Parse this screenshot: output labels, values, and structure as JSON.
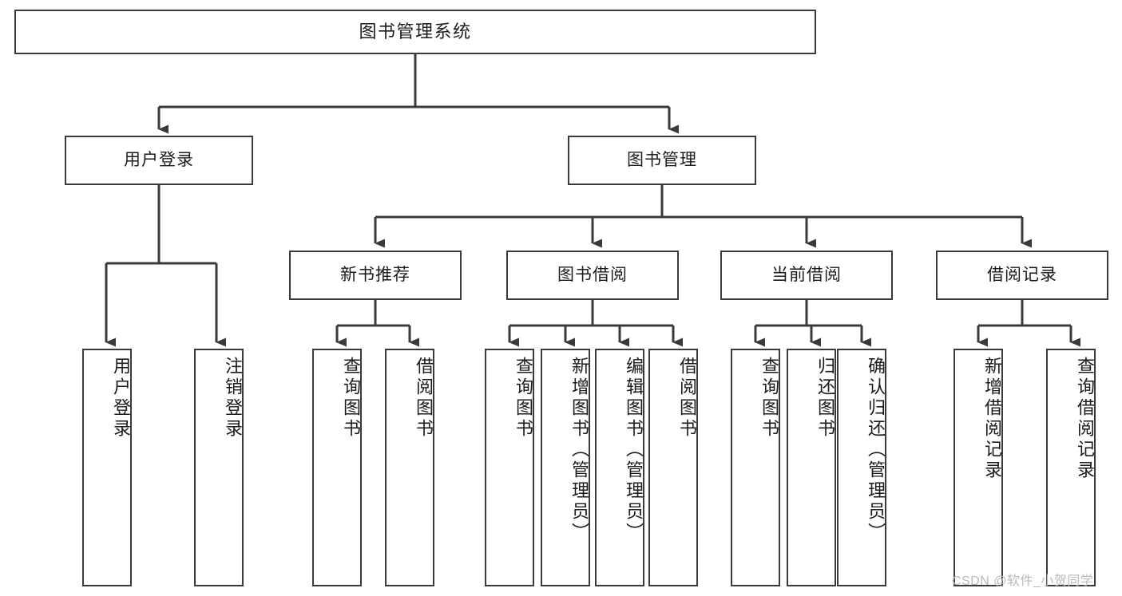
{
  "diagram": {
    "title": "图书管理系统",
    "type": "hierarchy-tree",
    "orientation": "top-down",
    "colors": {
      "box_border": "#3a3a3a",
      "box_fill": "#ffffff",
      "connector": "#3a3a3a",
      "text": "#1b1b1b",
      "watermark": "#b9b9b9",
      "background": "#ffffff"
    },
    "levels": 4
  },
  "root": {
    "label": "图书管理系统"
  },
  "level2": [
    {
      "id": "user-login",
      "label": "用户登录"
    },
    {
      "id": "book-management",
      "label": "图书管理"
    }
  ],
  "level3": [
    {
      "id": "new-book-recommend",
      "label": "新书推荐",
      "parent": "book-management"
    },
    {
      "id": "book-borrow",
      "label": "图书借阅",
      "parent": "book-management"
    },
    {
      "id": "current-borrow",
      "label": "当前借阅",
      "parent": "book-management"
    },
    {
      "id": "borrow-record",
      "label": "借阅记录",
      "parent": "book-management"
    }
  ],
  "leaves": {
    "user_login": [
      {
        "id": "leaf-user-login",
        "label": "用户登录"
      },
      {
        "id": "leaf-logout-login",
        "label": "注销登录"
      }
    ],
    "new_book_recommend": [
      {
        "id": "leaf-query-book-1",
        "label": "查询图书"
      },
      {
        "id": "leaf-borrow-book-1",
        "label": "借阅图书"
      }
    ],
    "book_borrow": [
      {
        "id": "leaf-query-book-2",
        "label": "查询图书"
      },
      {
        "id": "leaf-add-book",
        "label": "新增图书（管理员）"
      },
      {
        "id": "leaf-edit-book",
        "label": "编辑图书（管理员）"
      },
      {
        "id": "leaf-borrow-book-2",
        "label": "借阅图书"
      }
    ],
    "current_borrow": [
      {
        "id": "leaf-query-book-3",
        "label": "查询图书"
      },
      {
        "id": "leaf-return-book",
        "label": "归还图书"
      },
      {
        "id": "leaf-confirm-return",
        "label": "确认归还（管理员）"
      }
    ],
    "borrow_record": [
      {
        "id": "leaf-add-record",
        "label": "新增借阅记录"
      },
      {
        "id": "leaf-query-record",
        "label": "查询借阅记录"
      }
    ]
  },
  "watermark": {
    "text": "CSDN @软件_小贺同学"
  }
}
